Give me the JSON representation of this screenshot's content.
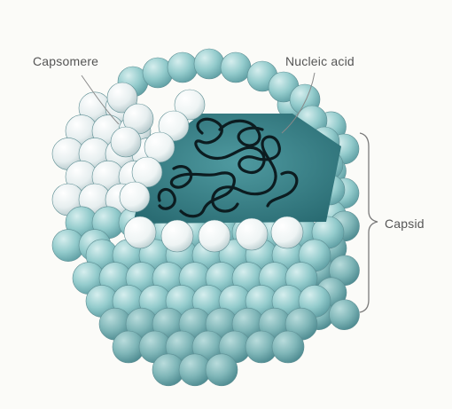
{
  "labels": {
    "capsomere": "Capsomere",
    "nucleic_acid": "Nucleic acid",
    "capsid": "Capsid"
  },
  "colors": {
    "background": "#fbfbf8",
    "capsomere_light": "#e8eff0",
    "capsomere_teal": "#8fc6c8",
    "capsomere_shadow": "#5e9ea3",
    "interior_teal": "#3a7f85",
    "nucleic_acid": "#0c1c20",
    "label_text": "#555555"
  }
}
